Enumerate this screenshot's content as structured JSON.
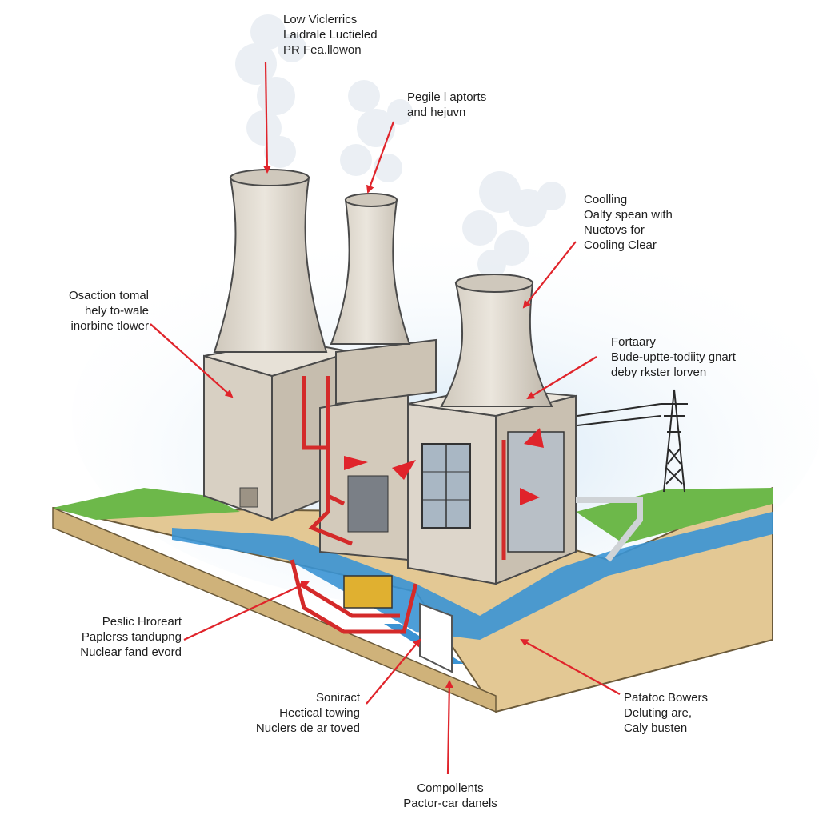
{
  "labels": {
    "top_center": [
      "Low Viclerrics",
      "Laidrale Luctieled",
      "PR Fea.llowon"
    ],
    "top_right": [
      "Pegile l aptorts",
      "and hejuvn"
    ],
    "cooling": [
      "Coolling",
      "Oalty spean with",
      "Nuctovs for",
      "Cooling Clear"
    ],
    "left_tower": [
      "Osaction tomal",
      "hely to-wale",
      "inorbine tlower"
    ],
    "right_mid": [
      "Fortaary",
      "Bude-uptte-todiity gnart",
      "deby rkster lorven"
    ],
    "left_bottom": [
      "Peslic Hroreart",
      "Paplerss tandupng",
      "Nuclear fand evord"
    ],
    "center_bottom": [
      "Soniract",
      "Hectical towing",
      "Nuclers de ar toved"
    ],
    "right_bottom": [
      "Patatoc Bowers",
      "Deluting are,",
      "Caly busten"
    ],
    "bottom": [
      "Compollents",
      "Pactor-car danels"
    ]
  },
  "colors": {
    "arrow": "#e0242b",
    "pipe": "#d42a2a",
    "concrete": "#ddd6cb",
    "water": "#3a93d4",
    "soil": "#e3c894",
    "grass": "#6db84a",
    "sky": "#dceaf5"
  }
}
